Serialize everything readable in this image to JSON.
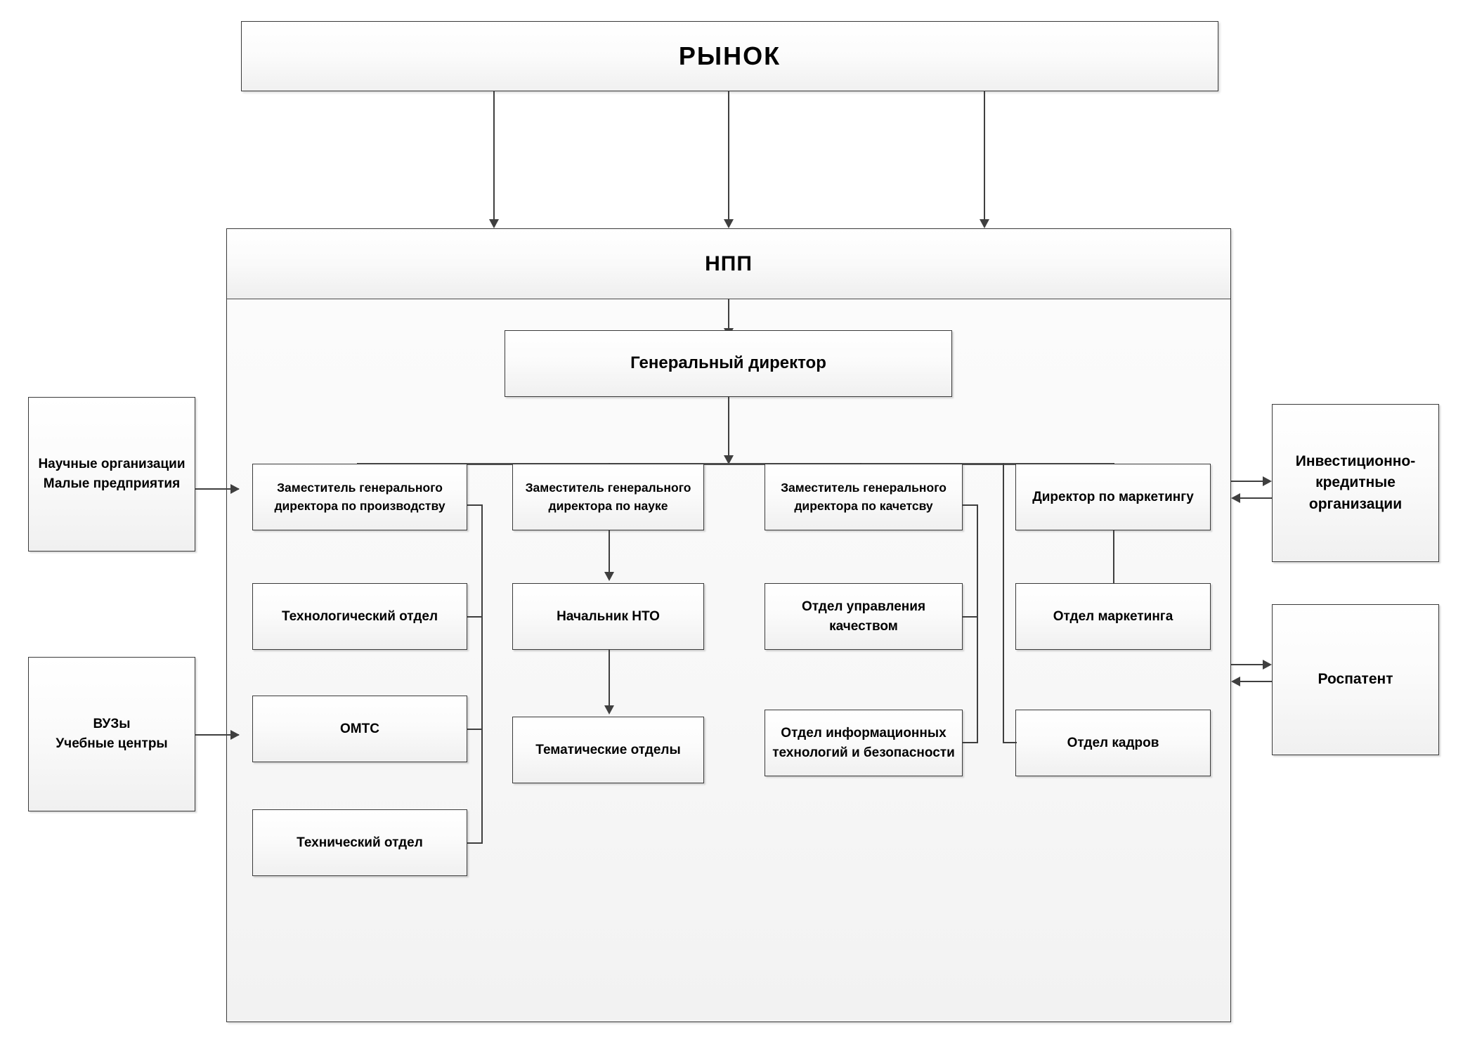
{
  "diagram": {
    "title_box": {
      "label": "РЫНОК"
    },
    "enterprise": {
      "label": "НПП"
    },
    "ceo": {
      "label": "Генеральный директор"
    },
    "external_left": [
      {
        "id": "research-orgs",
        "line1": "Научные организации",
        "line2": "Малые предприятия"
      },
      {
        "id": "universities",
        "line1": "ВУЗы",
        "line2": "Учебные центры"
      }
    ],
    "external_right": [
      {
        "id": "investment-credit",
        "line1": "Инвестиционно-",
        "line2": "кредитные",
        "line3": "организации"
      },
      {
        "id": "rospatent",
        "line1": "Роспатент"
      }
    ],
    "branches": [
      {
        "id": "production",
        "head_line1": "Заместитель генерального",
        "head_line2": "директора по производству",
        "units": [
          {
            "id": "technology-dept",
            "line1": "Технологический отдел"
          },
          {
            "id": "omts-dept",
            "line1": "ОМТС"
          },
          {
            "id": "technical-dept",
            "line1": "Технический отдел"
          }
        ]
      },
      {
        "id": "science",
        "head_line1": "Заместитель генерального",
        "head_line2": "директора по науке",
        "units": [
          {
            "id": "nto-chief",
            "line1": "Начальник НТО"
          },
          {
            "id": "thematic-depts",
            "line1": "Тематические отделы"
          }
        ]
      },
      {
        "id": "quality",
        "head_line1": "Заместитель генерального",
        "head_line2": "директора по качетсву",
        "units": [
          {
            "id": "quality-management-dept",
            "line1": "Отдел управления",
            "line2": "качеством"
          },
          {
            "id": "it-security-dept",
            "line1": "Отдел информационных",
            "line2": "технологий и безопасности"
          }
        ]
      },
      {
        "id": "marketing",
        "head_line1": "Директор по маркетингу",
        "head_line2": "",
        "units": [
          {
            "id": "marketing-dept",
            "line1": "Отдел маркетинга"
          },
          {
            "id": "hr-dept",
            "line1": "Отдел кадров"
          }
        ]
      }
    ],
    "colors": {
      "line": "#3f3f3f",
      "border": "#3a3a3a",
      "text": "#000000",
      "fill_top": "#ffffff",
      "fill_bottom": "#f0f0f0"
    }
  }
}
